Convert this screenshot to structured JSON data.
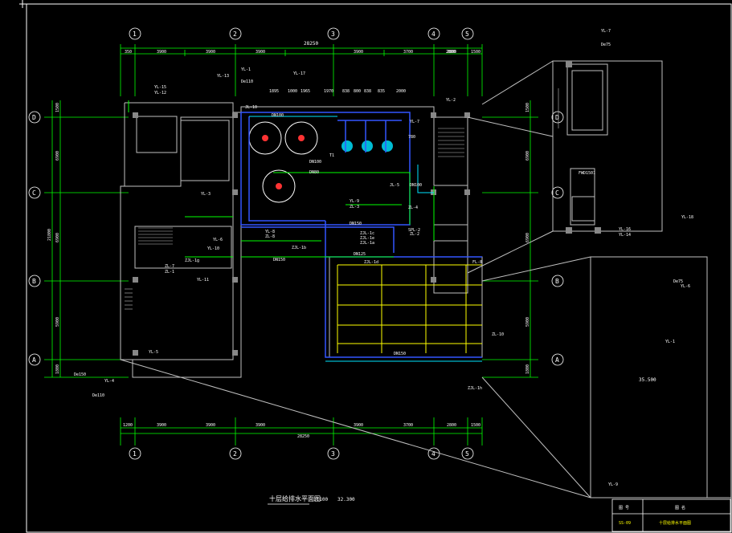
{
  "drawing": {
    "title": "十层给排水平面图",
    "scale": "1:100",
    "elevation": "32.300",
    "roof_elevation": "35.500",
    "title_block": {
      "col1": "图 号",
      "col2": "图 名",
      "sheet_no": "SS-09",
      "sheet_name": "十层给排水平面图"
    }
  },
  "grid": {
    "columns": [
      "1",
      "2",
      "3",
      "4",
      "5"
    ],
    "rows": [
      "D",
      "C",
      "B",
      "A"
    ],
    "total_width": "28250",
    "top_dims": [
      "350",
      "3900",
      "3900",
      "3900",
      "3900",
      "3700",
      "2800",
      "1500"
    ],
    "bottom_dims": [
      "1200",
      "3900",
      "3900",
      "3900",
      "3900",
      "3700",
      "2800",
      "1500"
    ],
    "left_total": "21800",
    "left_dims": [
      "1500",
      "6900",
      "6900",
      "5900",
      "1800"
    ],
    "right_dims": [
      "1500",
      "6900",
      "6900",
      "5900",
      "1800"
    ]
  },
  "pipe_dims": [
    "1895",
    "1000",
    "1965",
    "1970",
    "838",
    "800",
    "838",
    "835",
    "2000",
    "780",
    "2800"
  ],
  "labels": {
    "yl15": "YL-15",
    "yl12": "YL-12",
    "yl13": "YL-13",
    "yl1": "YL-1",
    "dn110": "De110",
    "yl17": "YL-17",
    "jl10": "JL-10",
    "yl2": "YL-2",
    "yl7": "YL-7",
    "yl7b": "YL-7",
    "de75": "De75",
    "jl5": "JL-5",
    "zl4": "ZL-4",
    "zl2": "ZL-2",
    "dn100a": "DN100",
    "dn100b": "DN100",
    "dn100c": "DN100",
    "dn150a": "DN150",
    "dn150b": "DN150",
    "dn150c": "DN150",
    "dn125": "DN125",
    "dn80": "DN80",
    "yl9": "YL-9",
    "zl3": "ZL-3",
    "spl2": "SPL-2",
    "zjl1b": "ZJL-1b",
    "zjl1a": "ZJL-1a",
    "zjl1d": "ZJL-1d",
    "zjl1c": "ZJL-1c",
    "zjl1e": "ZJL-1e",
    "yl8": "YL-8",
    "zl8": "ZL-8",
    "yl6": "YL-6",
    "yl10": "YL-10",
    "zl7": "ZL-7",
    "yl11": "YL-11",
    "zl1": "ZL-1",
    "yl5": "YL-5",
    "yl4": "YL-4",
    "yl3": "YL-3",
    "zl10": "ZL-10",
    "zjl1h": "ZJL-1h",
    "zjl1g": "ZJL-1g",
    "yl18": "YL-18",
    "yl16": "YL-16",
    "yl14": "YL-14",
    "fl8": "FL-8",
    "tl": "T1",
    "de150": "De150",
    "de110b": "De110",
    "yl1r": "YL-1",
    "yl6r": "YL-6",
    "de75b": "De75",
    "yl9r": "YL-9",
    "s1": "FWD1501"
  }
}
